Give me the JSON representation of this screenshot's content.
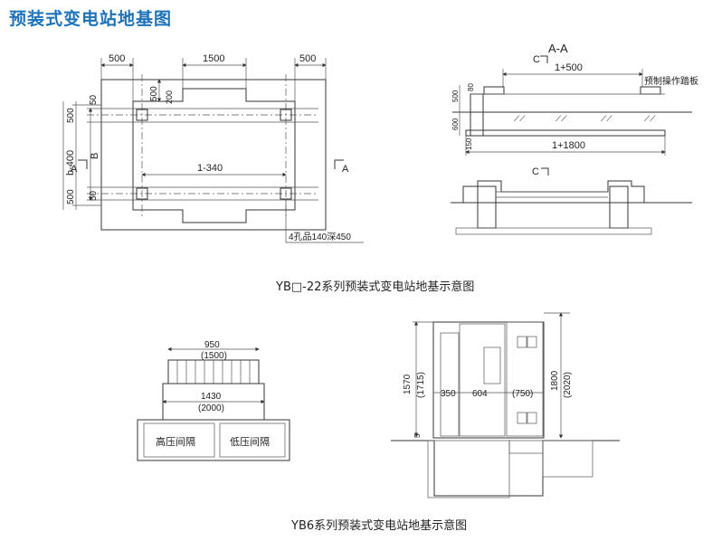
{
  "title": "预装式变电站地基图",
  "diagram1": {
    "caption": "YB□-22系列预装式变电站地基示意图",
    "dims": {
      "top_left": "500",
      "top_mid": "1500",
      "top_right": "500",
      "inner_v500": "500",
      "inner_v200": "200",
      "left_50_top": "50",
      "left_500_top": "500",
      "left_b400": "b-400",
      "left_500_bot": "500",
      "left_50_bot": "50",
      "b": "B",
      "mid_1_340": "1-340",
      "section_a_left": "A",
      "section_a_right": "A",
      "holes_note": "4孔品140深450"
    }
  },
  "section_aa": {
    "title": "A-A",
    "c_top": "C",
    "c_bottom": "C",
    "dim_1_500": "1+500",
    "dim_1_1800": "1+1800",
    "note_plate": "预制操作踏板",
    "v80": "80",
    "v500": "500",
    "v600": "600",
    "v150": "150"
  },
  "diagram2": {
    "caption": "YB6系列预装式变电站地基示意图",
    "dim_950": "950",
    "dim_1500": "(1500)",
    "dim_1430": "1430",
    "dim_2000": "(2000)",
    "hv_label": "高压间隔",
    "lv_label": "低压间隔",
    "h_1570": "1570",
    "h_1715": "(1715)",
    "w_350": "350",
    "w_604": "604",
    "w_750": "(750)",
    "h_1800": "1800",
    "h_2020": "(2020)",
    "h_5": "5"
  }
}
